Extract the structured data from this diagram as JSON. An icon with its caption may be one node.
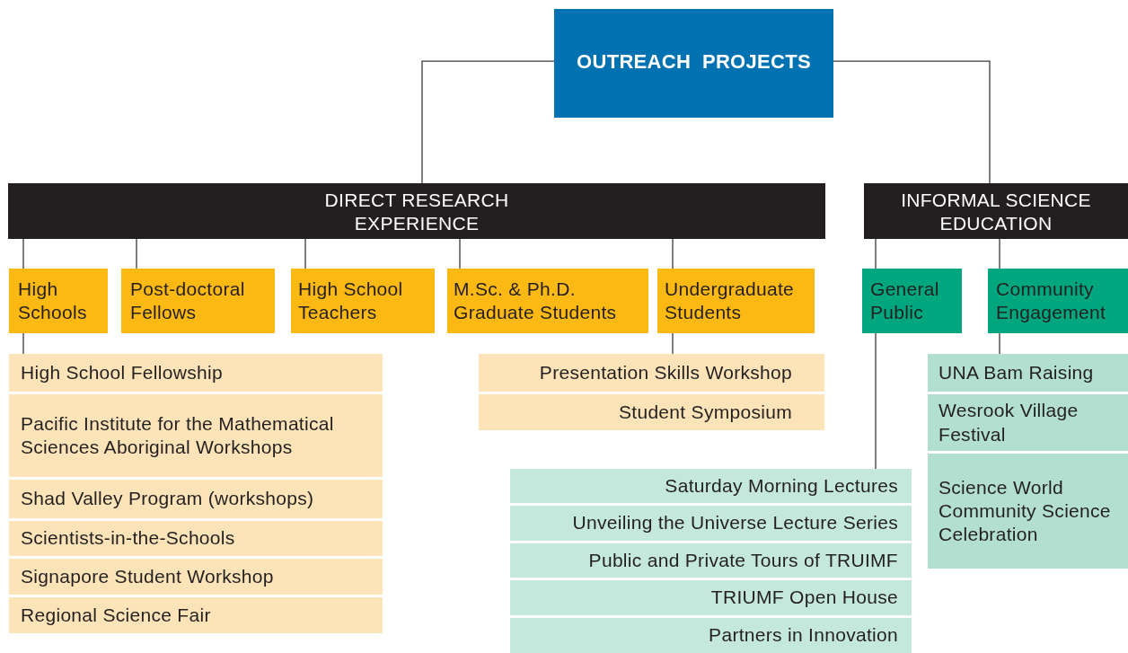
{
  "diagram": {
    "nodes": [
      {
        "text": [
          "OUTREACH  PROJECTS"
        ]
      },
      {
        "text": [
          "DIRECT RESEARCH EXPERIENCE"
        ]
      },
      {
        "text": [
          "INFORMAL SCIENCE EDUCATION"
        ]
      },
      {
        "text": [
          "High Schools"
        ]
      },
      {
        "text": [
          "Post-doctoral Fellows"
        ]
      },
      {
        "text": [
          "High School Teachers"
        ]
      },
      {
        "text": [
          "M.Sc. & Ph.D. Graduate Students"
        ]
      },
      {
        "text": [
          "Undergraduate Students"
        ]
      },
      {
        "text": [
          "General Public"
        ]
      },
      {
        "text": [
          "Community Engagement"
        ]
      },
      {
        "text": [
          "High School Fellowship"
        ]
      },
      {
        "text": [
          "Pacific Institute for the Mathematical Sciences Aboriginal Workshops"
        ]
      },
      {
        "text": [
          "Shad Valley Program (workshops)"
        ]
      },
      {
        "text": [
          "Scientists-in-the-Schools"
        ]
      },
      {
        "text": [
          "Signapore Student Workshop"
        ]
      },
      {
        "text": [
          "Regional Science Fair"
        ]
      },
      {
        "text": [
          "Presentation Skills Workshop"
        ]
      },
      {
        "text": [
          "Student Symposium"
        ]
      },
      {
        "text": [
          "UNA Bam Raising"
        ]
      },
      {
        "text": [
          "Wesrook Village Festival"
        ]
      },
      {
        "text": [
          "Science World Community Science Celebration"
        ]
      },
      {
        "text": [
          "Saturday Morning Lectures"
        ]
      },
      {
        "text": [
          "Unveiling the Universe Lecture Series"
        ]
      },
      {
        "text": [
          "Public and Private Tours of TRUIMF"
        ]
      },
      {
        "text": [
          "TRIUMF Open House"
        ]
      },
      {
        "text": [
          "Partners in Innovation"
        ]
      }
    ],
    "edges": [
      {
        "from": 0,
        "to": 1,
        "arrow": "none"
      },
      {
        "from": 0,
        "to": 2,
        "arrow": "none"
      },
      {
        "from": 1,
        "to": 3,
        "arrow": "none"
      },
      {
        "from": 1,
        "to": 4,
        "arrow": "none"
      },
      {
        "from": 1,
        "to": 5,
        "arrow": "none"
      },
      {
        "from": 1,
        "to": 6,
        "arrow": "none"
      },
      {
        "from": 1,
        "to": 7,
        "arrow": "none"
      },
      {
        "from": 2,
        "to": 8,
        "arrow": "none"
      },
      {
        "from": 2,
        "to": 9,
        "arrow": "none"
      },
      {
        "from": 3,
        "to": 10,
        "arrow": "none"
      },
      {
        "from": 7,
        "to": 16,
        "arrow": "none"
      },
      {
        "from": 8,
        "to": 21,
        "arrow": "none"
      },
      {
        "from": 9,
        "to": 18,
        "arrow": "none"
      }
    ]
  }
}
